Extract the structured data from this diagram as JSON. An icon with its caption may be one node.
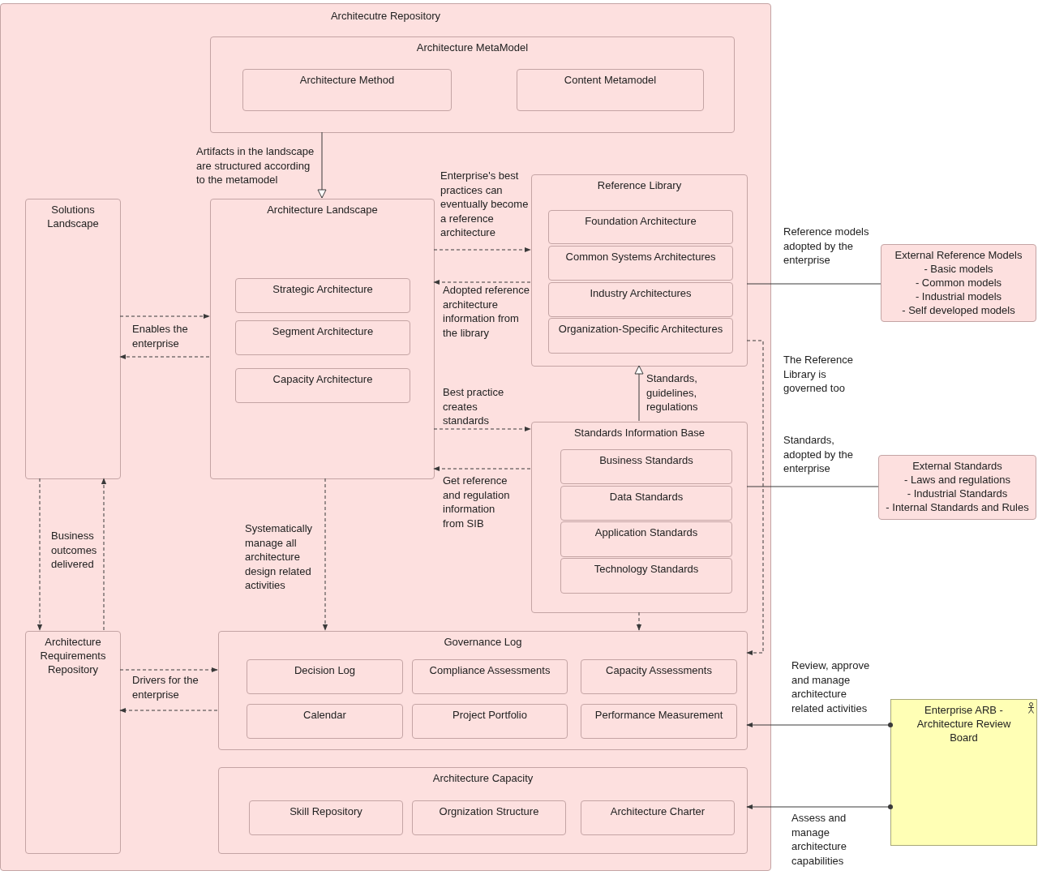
{
  "diagram": {
    "nodes": [
      {
        "text": [
          "Architecutre Repository"
        ]
      },
      {
        "text": [
          "Architecture MetaModel"
        ],
        "in": 0
      },
      {
        "text": [
          "Architecture Method"
        ],
        "in": 1
      },
      {
        "text": [
          "Content Metamodel"
        ],
        "in": 1
      },
      {
        "text": [
          "Solutions Landscape"
        ],
        "in": 0
      },
      {
        "text": [
          "Architecture Landscape"
        ],
        "in": 0
      },
      {
        "text": [
          "Strategic Architecture"
        ],
        "in": 5
      },
      {
        "text": [
          "Segment Architecture"
        ],
        "in": 5
      },
      {
        "text": [
          "Capacity Architecture"
        ],
        "in": 5
      },
      {
        "text": [
          "Reference Library"
        ],
        "in": 0
      },
      {
        "text": [
          "Foundation Architecture"
        ],
        "in": 9
      },
      {
        "text": [
          "Common Systems Architectures"
        ],
        "in": 9
      },
      {
        "text": [
          "Industry Architectures"
        ],
        "in": 9
      },
      {
        "text": [
          "Organization-Specific Architectures"
        ],
        "in": 9
      },
      {
        "text": [
          "Standards Information Base"
        ],
        "in": 0
      },
      {
        "text": [
          "Business Standards"
        ],
        "in": 14
      },
      {
        "text": [
          "Data Standards"
        ],
        "in": 14
      },
      {
        "text": [
          "Application Standards"
        ],
        "in": 14
      },
      {
        "text": [
          "Technology Standards"
        ],
        "in": 14
      },
      {
        "text": [
          "Architecture Requirements Repository"
        ],
        "in": 0
      },
      {
        "text": [
          "Governance Log"
        ],
        "in": 0
      },
      {
        "text": [
          "Decision Log"
        ],
        "in": 20
      },
      {
        "text": [
          "Compliance Assessments"
        ],
        "in": 20
      },
      {
        "text": [
          "Capacity Assessments"
        ],
        "in": 20
      },
      {
        "text": [
          "Calendar"
        ],
        "in": 20
      },
      {
        "text": [
          "Project Portfolio"
        ],
        "in": 20
      },
      {
        "text": [
          "Performance Measurement"
        ],
        "in": 20
      },
      {
        "text": [
          "Architecture Capacity"
        ],
        "in": 0
      },
      {
        "text": [
          "Skill Repository"
        ],
        "in": 27
      },
      {
        "text": [
          "Orgnization Structure"
        ],
        "in": 27
      },
      {
        "text": [
          "Architecture Charter"
        ],
        "in": 27
      },
      {
        "text": [
          "External Reference Models",
          "- Basic models",
          "- Common models",
          "- Industrial models",
          "- Self developed models"
        ]
      },
      {
        "text": [
          "External Standards",
          "- Laws and regulations",
          "- Industrial Standards",
          "- Internal Standards and Rules"
        ]
      },
      {
        "text": [
          "Enterprise ARB - Architecture Review Board"
        ]
      }
    ],
    "edges": [
      {
        "from": 1,
        "to": 5,
        "arrow": "to",
        "label": "Artifacts in the landscape are structured according to the metamodel"
      },
      {
        "from": 5,
        "to": 9,
        "arrow": "to",
        "style": "dashed",
        "label": "Enterprise's best practices can eventually become a reference architecture"
      },
      {
        "from": 9,
        "to": 5,
        "arrow": "to",
        "style": "dashed",
        "label": "Adopted reference architecture information from the library"
      },
      {
        "from": 4,
        "to": 5,
        "arrow": "to",
        "style": "dashed",
        "label": "Enables the enterprise"
      },
      {
        "from": 5,
        "to": 4,
        "arrow": "to",
        "style": "dashed"
      },
      {
        "from": 5,
        "to": 14,
        "arrow": "to",
        "style": "dashed",
        "label": "Best practice creates standards"
      },
      {
        "from": 14,
        "to": 5,
        "arrow": "to",
        "style": "dashed",
        "label": "Get reference and regulation information from SIB"
      },
      {
        "from": 14,
        "to": 9,
        "arrow": "to",
        "label": "Standards, guidelines, regulations"
      },
      {
        "from": 9,
        "to": 31,
        "arrow": "none",
        "label": "Reference models adopted by the enterprise"
      },
      {
        "from": 9,
        "to": 20,
        "arrow": "to",
        "style": "dashed",
        "label": "The Reference Library is governed too"
      },
      {
        "from": 14,
        "to": 32,
        "arrow": "none",
        "label": "Standards, adopted by the enterprise"
      },
      {
        "from": 4,
        "to": 19,
        "arrow": "to",
        "style": "dashed",
        "label": "Business outcomes delivered"
      },
      {
        "from": 19,
        "to": 4,
        "arrow": "to",
        "style": "dashed"
      },
      {
        "from": 5,
        "to": 20,
        "arrow": "to",
        "style": "dashed",
        "label": "Systematically manage all architecture design related activities"
      },
      {
        "from": 14,
        "to": 20,
        "arrow": "to",
        "style": "dashed"
      },
      {
        "from": 19,
        "to": 20,
        "arrow": "to",
        "style": "dashed",
        "label": "Drivers for the enterprise"
      },
      {
        "from": 20,
        "to": 19,
        "arrow": "to",
        "style": "dashed"
      },
      {
        "from": 33,
        "to": 20,
        "arrow": "to",
        "label": "Review, approve and manage architecture related activities"
      },
      {
        "from": 33,
        "to": 27,
        "arrow": "to",
        "label": "Assess and manage architecture capabilities"
      }
    ]
  }
}
